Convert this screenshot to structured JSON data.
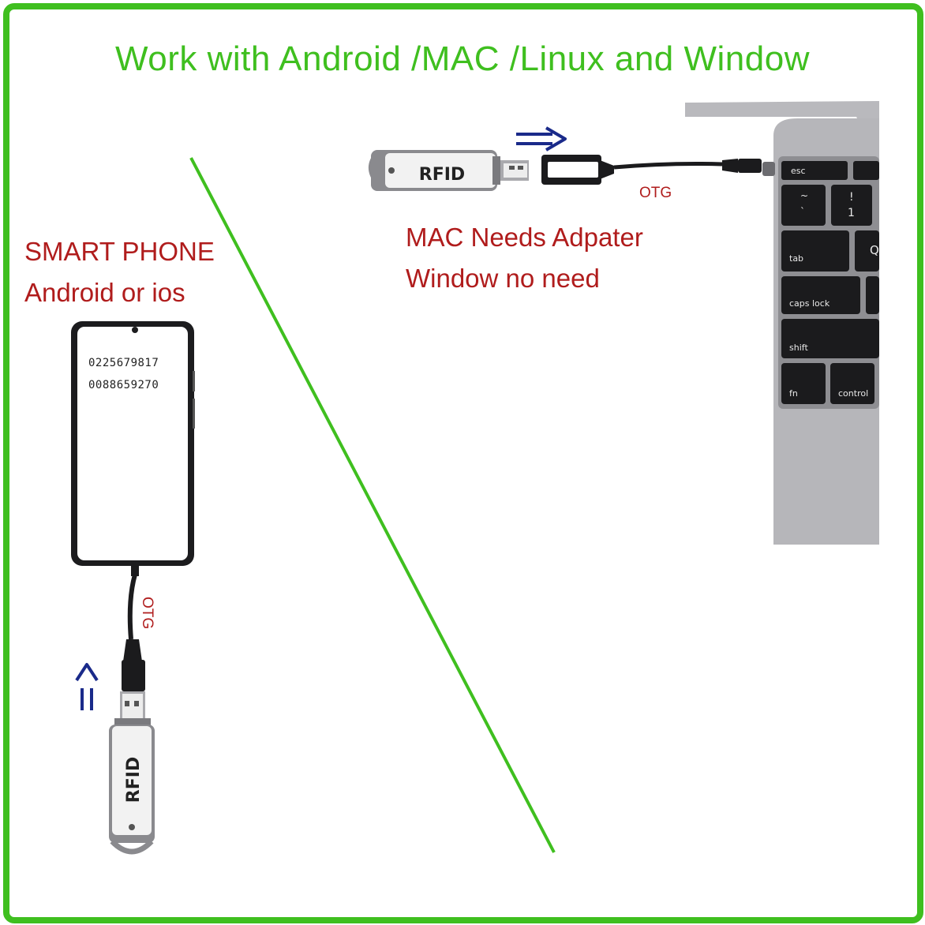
{
  "headline": "Work with Android /MAC /Linux and Window",
  "phone_section": {
    "line1": "SMART PHONE",
    "line2": "Android or ios",
    "screen_numbers": [
      "0225679817",
      "0088659270"
    ],
    "cable_label": "OTG",
    "reader_label": "RFID"
  },
  "laptop_section": {
    "line1": "MAC Needs Adpater",
    "line2": "Window no need",
    "cable_label": "OTG",
    "reader_label": "RFID",
    "keys": {
      "esc": "esc",
      "tilde_top": "~",
      "tilde_bottom": "`",
      "excl_top": "!",
      "excl_bottom": "1",
      "tab": "tab",
      "q": "Q",
      "caps": "caps lock",
      "shift": "shift",
      "fn": "fn",
      "control": "control"
    }
  },
  "colors": {
    "accent_green": "#3fbf1f",
    "label_red": "#b01c1c",
    "arrow_blue": "#1a2a8a"
  },
  "icons": [
    "arrow-right-icon",
    "arrow-up-icon"
  ]
}
